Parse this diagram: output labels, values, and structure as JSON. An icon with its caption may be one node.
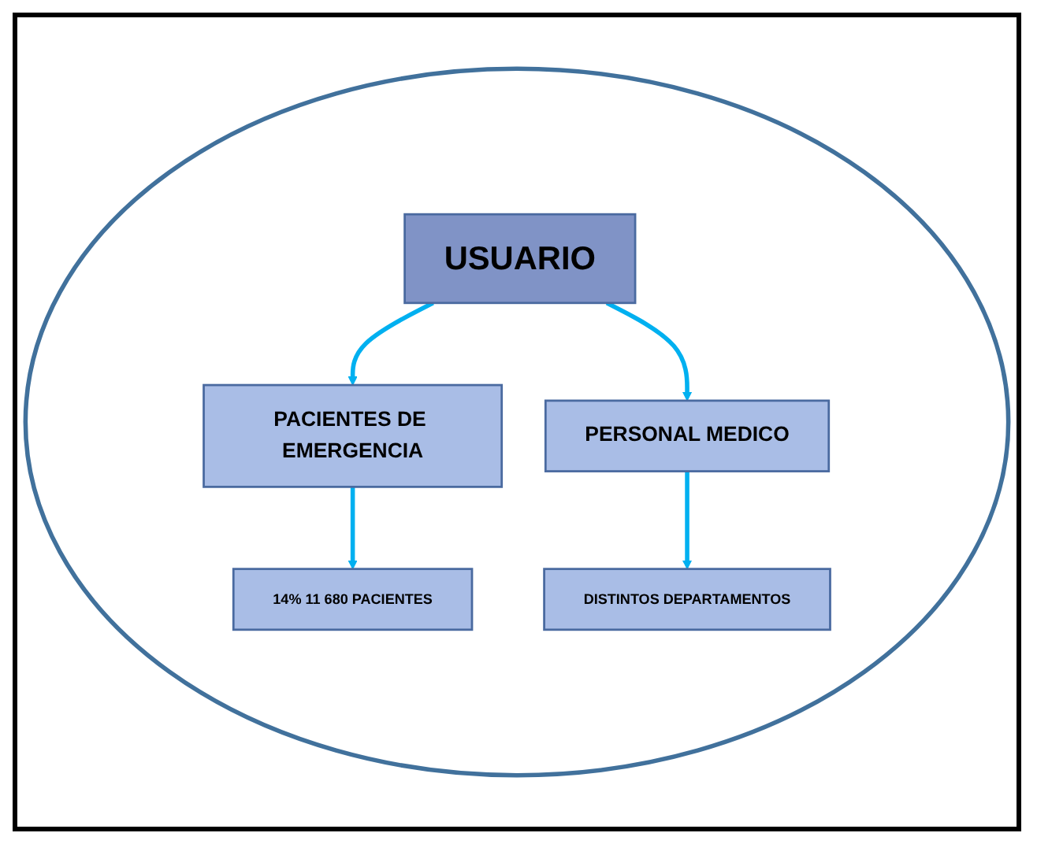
{
  "diagram": {
    "nodes": [
      {
        "text": [],
        "shape": "ellipse"
      },
      {
        "text": [
          "USUARIO"
        ],
        "in": 0
      },
      {
        "text": [
          "PACIENTES DE EMERGENCIA"
        ],
        "in": 0
      },
      {
        "text": [
          "PERSONAL MEDICO"
        ],
        "in": 0
      },
      {
        "text": [
          "14% 11 680 PACIENTES"
        ],
        "in": 0
      },
      {
        "text": [
          "DISTINTOS DEPARTAMENTOS"
        ],
        "in": 0
      }
    ],
    "edges": [
      {
        "from": 1,
        "to": 2,
        "arrow": "to"
      },
      {
        "from": 1,
        "to": 3,
        "arrow": "to"
      },
      {
        "from": 2,
        "to": 4,
        "arrow": "to"
      },
      {
        "from": 3,
        "to": 5,
        "arrow": "to"
      }
    ]
  }
}
